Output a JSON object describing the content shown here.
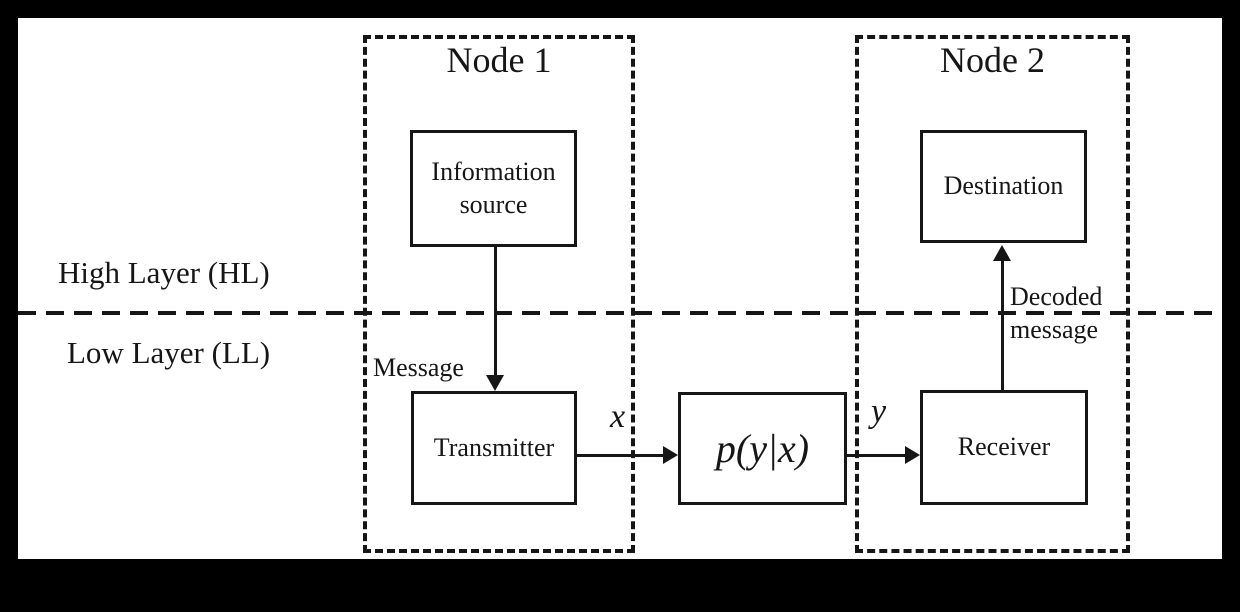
{
  "diagram": {
    "layers": {
      "high": "High Layer (HL)",
      "low": "Low Layer (LL)"
    },
    "nodes": {
      "node1": "Node 1",
      "node2": "Node 2"
    },
    "blocks": {
      "information_source": "Information source",
      "transmitter": "Transmitter",
      "channel": "p(y|x)",
      "receiver": "Receiver",
      "destination": "Destination"
    },
    "signals": {
      "message": "Message",
      "x": "x",
      "y": "y",
      "decoded_line1": "Decoded",
      "decoded_line2": "message"
    },
    "colors": {
      "ink": "#161616",
      "background": "#ffffff",
      "frame": "#000000"
    }
  }
}
